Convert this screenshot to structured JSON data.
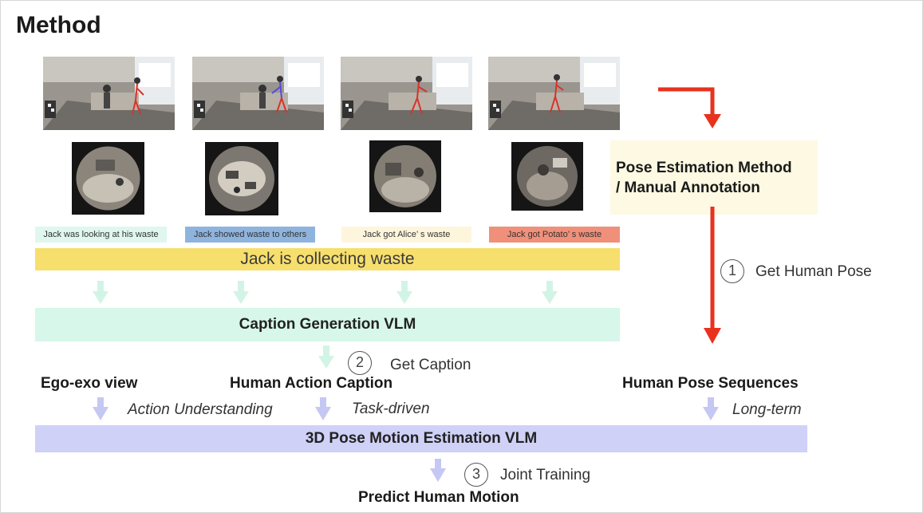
{
  "title": "Method",
  "captions": [
    {
      "text": "Jack was looking at his waste",
      "color": "#dff7ee"
    },
    {
      "text": "Jack showed waste to others",
      "color": "#8eb4de"
    },
    {
      "text": "Jack got Alice’ s waste",
      "color": "#fdf6dc"
    },
    {
      "text": "Jack got Potato’ s waste",
      "color": "#f0907a"
    }
  ],
  "summary_caption": "Jack is collecting waste",
  "caption_model": "Caption Generation VLM",
  "pose_method": {
    "line1": "Pose Estimation Method",
    "line2": "/ Manual Annotation"
  },
  "steps": [
    {
      "number": "1",
      "label": "Get Human Pose"
    },
    {
      "number": "2",
      "label": "Get Caption"
    },
    {
      "number": "3",
      "label": "Joint Training"
    }
  ],
  "inputs": [
    {
      "heading": "Ego-exo view",
      "property": "Action Understanding"
    },
    {
      "heading": "Human Action Caption",
      "property": "Task-driven"
    },
    {
      "heading": "Human Pose Sequences",
      "property": "Long-term"
    }
  ],
  "motion_model": "3D Pose Motion Estimation VLM",
  "output": "Predict Human Motion",
  "colors": {
    "red_arrow": "#e8321e",
    "green_arrow": "#d2f4e6",
    "blue_arrow": "#c4c8f2",
    "caption_band": "#f7df6e",
    "caption_model_band": "#d7f7ea",
    "motion_model_band": "#cfd1f7",
    "pose_box": "#fdf9e3"
  }
}
